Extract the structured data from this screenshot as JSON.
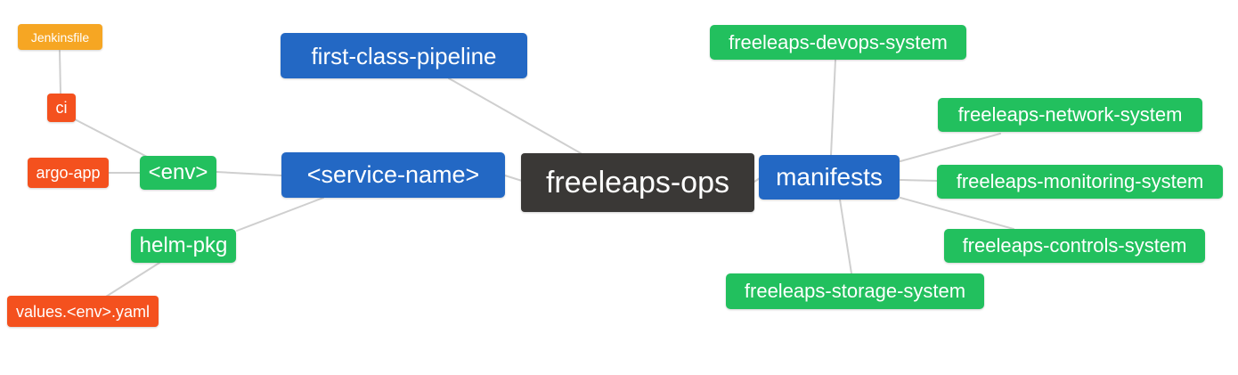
{
  "diagram": {
    "type": "mindmap",
    "root_label": "freeleaps-ops",
    "colors": {
      "center_dark": "#3a3836",
      "branch_blue": "#2368c4",
      "leaf_green": "#22c05e",
      "leaf_red": "#f4511e",
      "leaf_orange": "#f6a623",
      "edge_gray": "#cfcfcf",
      "text_white": "#ffffff",
      "background": "#ffffff"
    },
    "nodes": {
      "freeleaps_ops": {
        "label": "freeleaps-ops"
      },
      "first_class_pipeline": {
        "label": "first-class-pipeline"
      },
      "service_name": {
        "label": "<service-name>"
      },
      "manifests": {
        "label": "manifests"
      },
      "env": {
        "label": "<env>"
      },
      "helm_pkg": {
        "label": "helm-pkg"
      },
      "ci": {
        "label": "ci"
      },
      "jenkinsfile": {
        "label": "Jenkinsfile"
      },
      "argo_app": {
        "label": "argo-app"
      },
      "values_env_yaml": {
        "label": "values.<env>.yaml"
      },
      "devops_system": {
        "label": "freeleaps-devops-system"
      },
      "network_system": {
        "label": "freeleaps-network-system"
      },
      "monitoring_system": {
        "label": "freeleaps-monitoring-system"
      },
      "controls_system": {
        "label": "freeleaps-controls-system"
      },
      "storage_system": {
        "label": "freeleaps-storage-system"
      }
    },
    "edges": [
      {
        "from": "Jenkinsfile",
        "to": "ci"
      },
      {
        "from": "ci",
        "to": "<env>"
      },
      {
        "from": "argo-app",
        "to": "<env>"
      },
      {
        "from": "<env>",
        "to": "<service-name>"
      },
      {
        "from": "<service-name>",
        "to": "helm-pkg"
      },
      {
        "from": "helm-pkg",
        "to": "values.<env>.yaml"
      },
      {
        "from": "first-class-pipeline",
        "to": "freeleaps-ops"
      },
      {
        "from": "<service-name>",
        "to": "freeleaps-ops"
      },
      {
        "from": "freeleaps-ops",
        "to": "manifests"
      },
      {
        "from": "manifests",
        "to": "freeleaps-devops-system"
      },
      {
        "from": "manifests",
        "to": "freeleaps-network-system"
      },
      {
        "from": "manifests",
        "to": "freeleaps-monitoring-system"
      },
      {
        "from": "manifests",
        "to": "freeleaps-controls-system"
      },
      {
        "from": "manifests",
        "to": "freeleaps-storage-system"
      }
    ]
  }
}
